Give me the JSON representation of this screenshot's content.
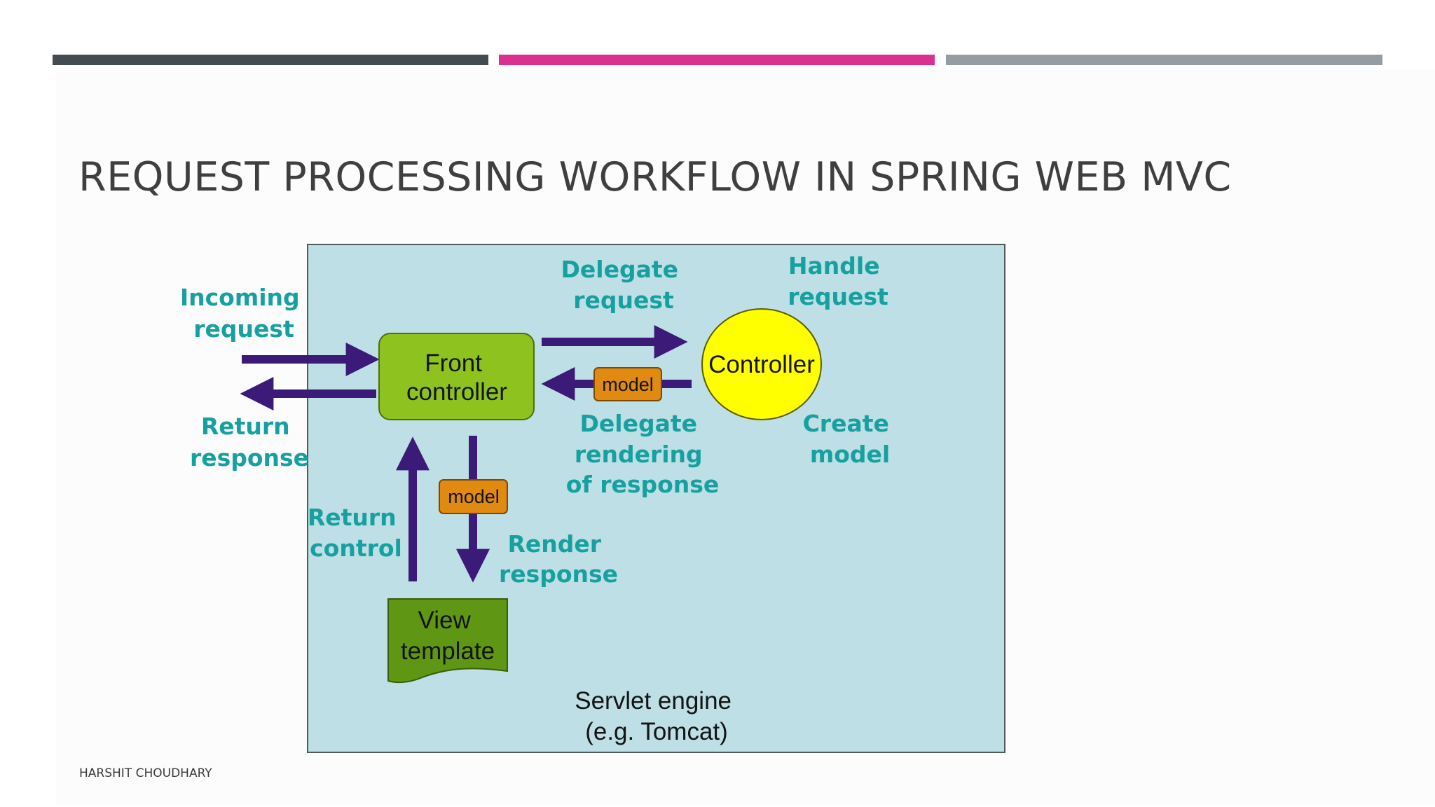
{
  "slide": {
    "title": "REQUEST PROCESSING WORKFLOW IN SPRING WEB MVC",
    "footer": "HARSHIT CHOUDHARY"
  },
  "colors": {
    "bar_dark": "#434d51",
    "bar_pink": "#d9318f",
    "bar_gray": "#959ca2",
    "diagram_bg": "#bddfe5",
    "label_teal": "#16a0a0",
    "arrow_purple": "#3b1a78",
    "front_controller_green": "#8ec31f",
    "controller_yellow": "#ffff00",
    "model_orange": "#e08a12",
    "view_template_green": "#5f9614"
  },
  "diagram": {
    "incoming_request": [
      "Incoming",
      "request"
    ],
    "return_response": [
      "Return",
      "response"
    ],
    "front_controller": [
      "Front",
      "controller"
    ],
    "delegate_request": [
      "Delegate",
      "request"
    ],
    "handle_request": [
      "Handle",
      "request"
    ],
    "controller": "Controller",
    "model_top": "model",
    "delegate_rendering": [
      "Delegate",
      "rendering",
      "of response"
    ],
    "create_model": [
      "Create",
      "model"
    ],
    "model_bottom": "model",
    "return_control": [
      "Return",
      "control"
    ],
    "render_response": [
      "Render",
      "response"
    ],
    "view_template": [
      "View",
      "template"
    ],
    "servlet_engine": [
      "Servlet engine",
      "(e.g. Tomcat)"
    ]
  }
}
